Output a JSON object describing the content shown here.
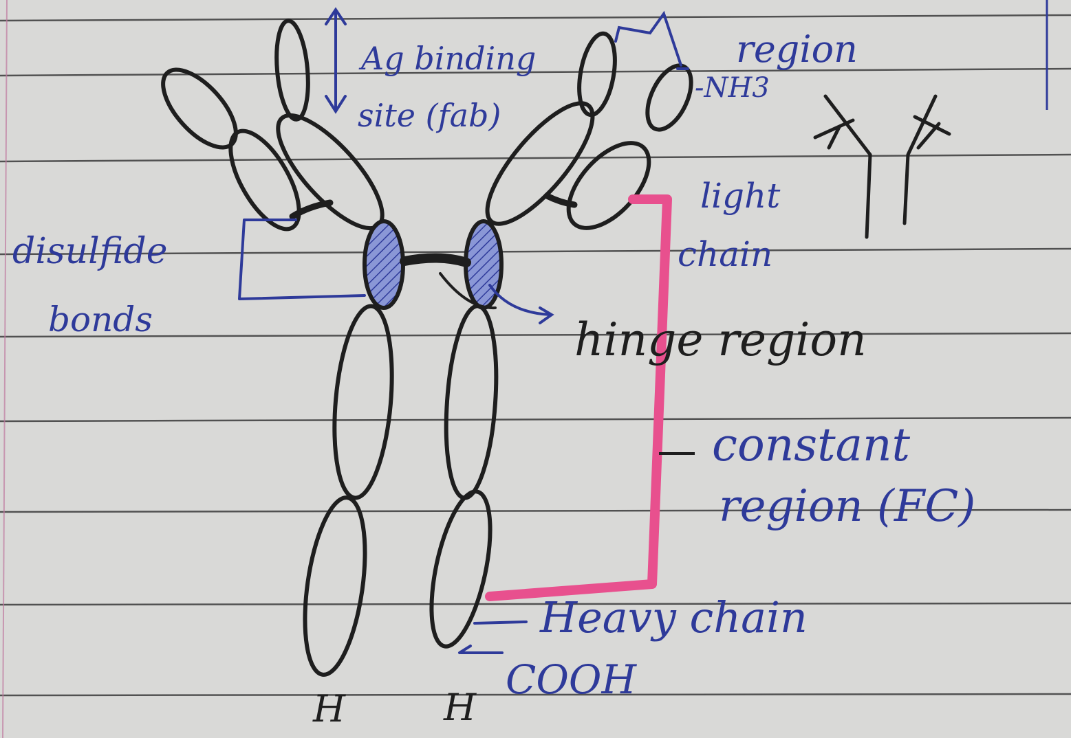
{
  "labels": {
    "ag_binding_line1": "Ag binding",
    "ag_binding_line2": "site (fab)",
    "variable_region": "region",
    "nh3": "-NH3",
    "light_chain_line1": "light",
    "light_chain_line2": "chain",
    "disulfide_line1": "disulfide",
    "disulfide_line2": "bonds",
    "hinge_region": "hinge region",
    "constant_line1": "constant",
    "constant_line2": "region (FC)",
    "heavy_chain": "Heavy chain",
    "cooh": "COOH",
    "h_left": "H",
    "h_right": "H"
  },
  "colors": {
    "paper": "#d9d9d7",
    "rule_line": "#3a3a3a",
    "margin_line": "#c07aa0",
    "ink_blue": "#2e3a9a",
    "ink_dark": "#1e1e1e",
    "pink_bracket": "#e8508e",
    "hatch_fill": "#6c7ac4"
  }
}
